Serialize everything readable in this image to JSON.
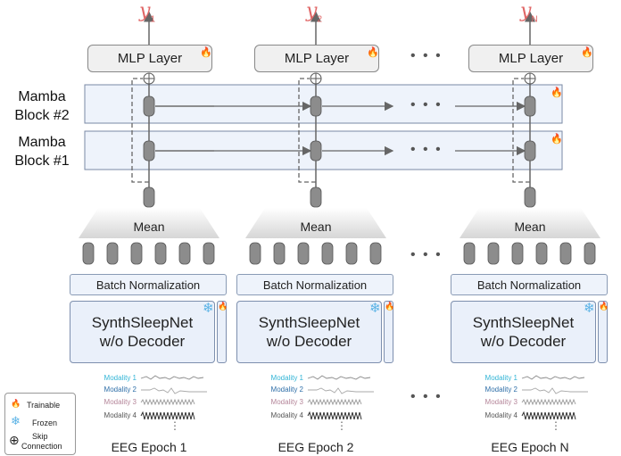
{
  "outputs": [
    {
      "symbol": "y",
      "sub": "1"
    },
    {
      "symbol": "y",
      "sub": "2"
    },
    {
      "symbol": "y",
      "sub": "N"
    }
  ],
  "mlp_label": "MLP Layer",
  "mamba_blocks": [
    {
      "line1": "Mamba",
      "line2": "Block #2"
    },
    {
      "line1": "Mamba",
      "line2": "Block #1"
    }
  ],
  "mean_label": "Mean",
  "batch_norm_label": "Batch Normalization",
  "encoder": {
    "line1": "SynthSleepNet",
    "line2": "w/o Decoder"
  },
  "modalities": [
    {
      "label": "Modality 1",
      "color": "#33b5d6"
    },
    {
      "label": "Modality 2",
      "color": "#2f6fa8"
    },
    {
      "label": "Modality 3",
      "color": "#b5869a"
    },
    {
      "label": "Modality 4",
      "color": "#555555"
    }
  ],
  "epochs": [
    "EEG Epoch 1",
    "EEG Epoch 2",
    "EEG Epoch N"
  ],
  "ellipsis": "• • •",
  "vertical_ellipsis": "⋮",
  "legend": {
    "trainable": "Trainable",
    "frozen": "Frozen",
    "skip_line1": "Skip",
    "skip_line2": "Connection"
  },
  "icons": {
    "trainable": "flame-icon",
    "frozen": "snowflake-icon",
    "skip": "circle-plus-icon"
  },
  "colors": {
    "output": "#e06666",
    "flame": "#f2a33a",
    "snow": "#5bb3e6",
    "block_fill": "#eef3fb"
  }
}
